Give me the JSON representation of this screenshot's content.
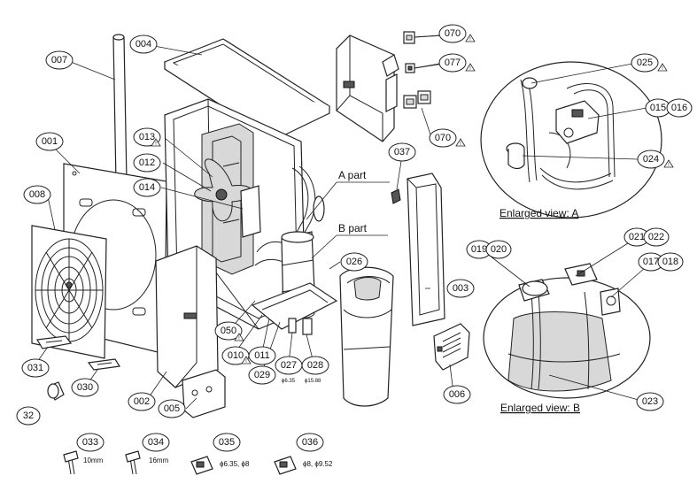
{
  "callouts": {
    "c004": "004",
    "c007": "007",
    "c070a": "070",
    "c077": "077",
    "c070b": "070",
    "c025": "025",
    "c015": "015",
    "c016": "016",
    "c024": "024",
    "c001": "001",
    "c013": "013",
    "c012": "012",
    "c014": "014",
    "c037": "037",
    "c008": "008",
    "c026": "026",
    "c003": "003",
    "c019": "019",
    "c020": "020",
    "c021": "021",
    "c022": "022",
    "c017": "017",
    "c018": "018",
    "c050": "050",
    "c010": "010",
    "c011": "011",
    "c029": "029",
    "c027": "027",
    "c028": "028",
    "c031": "031",
    "c030": "030",
    "c002": "002",
    "c005": "005",
    "c006": "006",
    "c023": "023",
    "c032": "32",
    "c033": "033",
    "c034": "034",
    "c035": "035",
    "c036": "036"
  },
  "labels": {
    "a_part": "A part",
    "b_part": "B part",
    "enlarged_a": "Enlarged view: A",
    "enlarged_b": "Enlarged view: B",
    "dia_027": "ϕ6.35",
    "dia_028": "ϕ15.88",
    "size_033": "10mm",
    "size_034": "16mm",
    "size_035": "ϕ6.35, ϕ8",
    "size_036": "ϕ8, ϕ9.52"
  }
}
